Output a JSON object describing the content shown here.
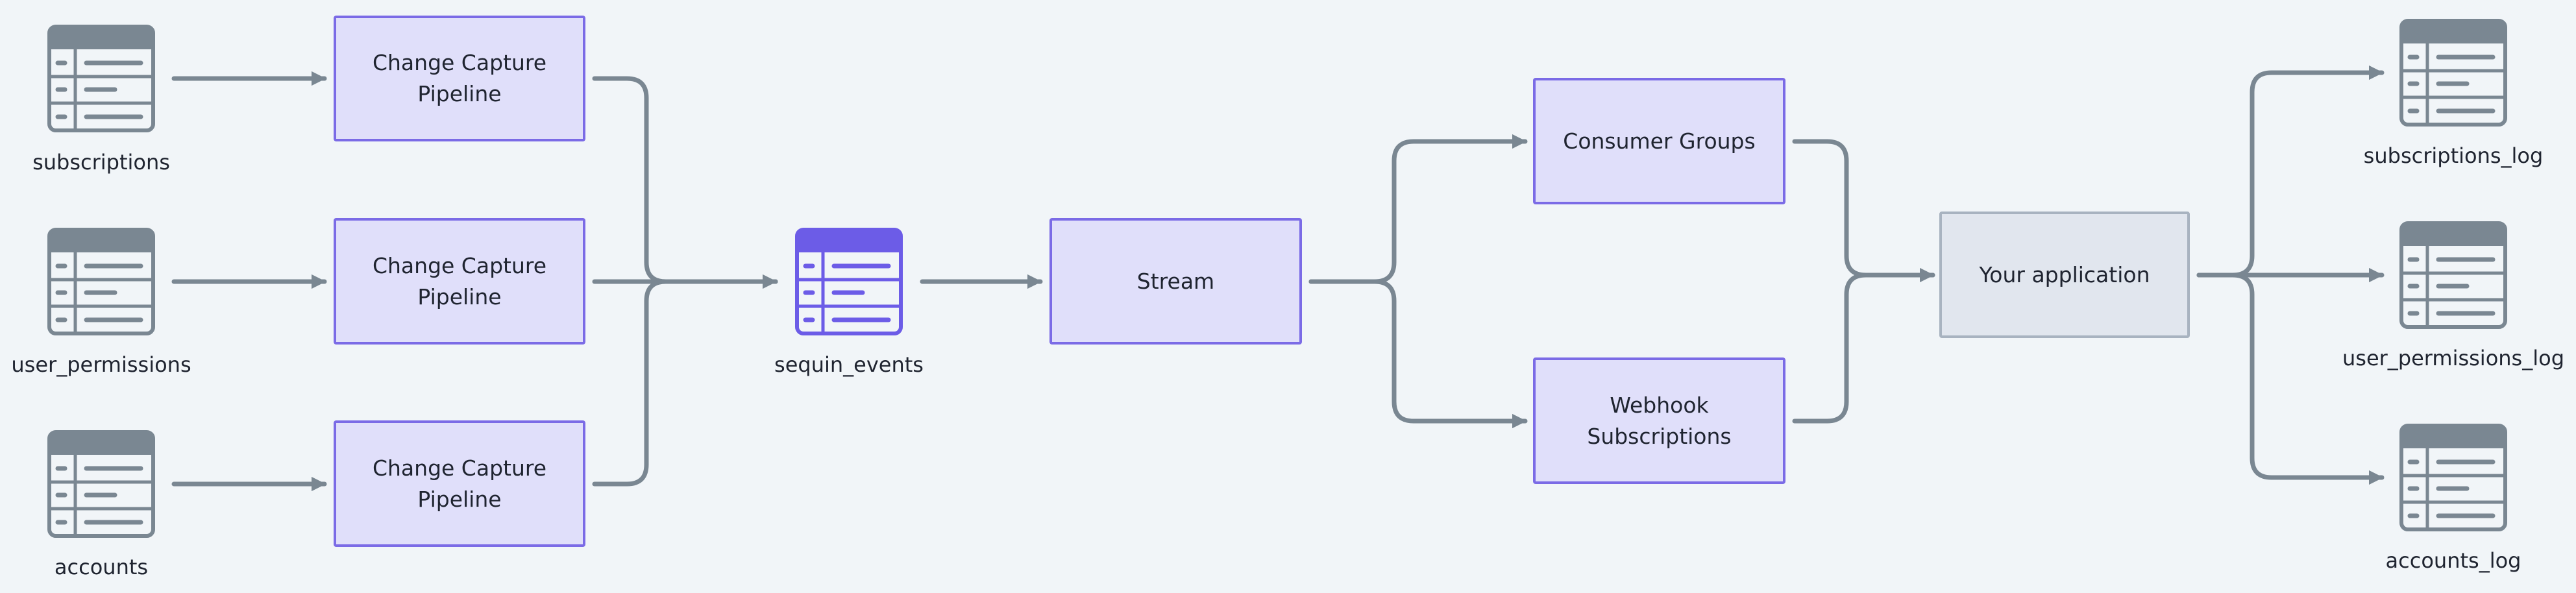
{
  "colors": {
    "background": "#f1f5f8",
    "connector": "#7a8792",
    "table_icon": "#7a8792",
    "events_icon": "#6c5ce7",
    "node_fill": "#e0dffa",
    "node_border": "#7b6be6",
    "app_fill": "#e1e6ee",
    "app_border": "#a8b3c0"
  },
  "sources": [
    {
      "label": "subscriptions",
      "icon": "table-icon"
    },
    {
      "label": "user_permissions",
      "icon": "table-icon"
    },
    {
      "label": "accounts",
      "icon": "table-icon"
    }
  ],
  "pipelines": [
    {
      "label": "Change Capture\nPipeline"
    },
    {
      "label": "Change Capture\nPipeline"
    },
    {
      "label": "Change Capture\nPipeline"
    }
  ],
  "events_table": {
    "label": "sequin_events",
    "icon": "table-icon"
  },
  "stream": {
    "label": "Stream"
  },
  "consumers": [
    {
      "label": "Consumer Groups"
    },
    {
      "label": "Webhook\nSubscriptions"
    }
  ],
  "application": {
    "label": "Your application"
  },
  "outputs": [
    {
      "label": "subscriptions_log",
      "icon": "table-icon"
    },
    {
      "label": "user_permissions_log",
      "icon": "table-icon"
    },
    {
      "label": "accounts_log",
      "icon": "table-icon"
    }
  ]
}
